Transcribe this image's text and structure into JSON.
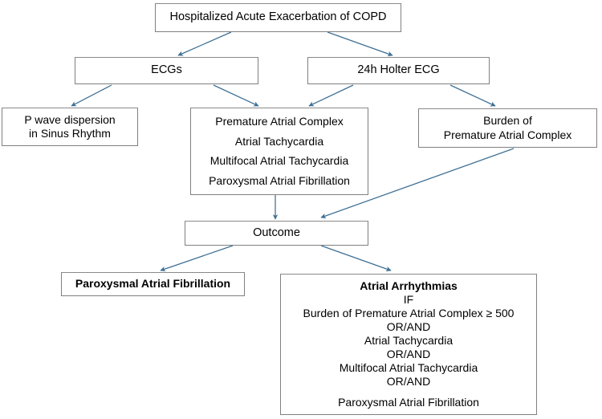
{
  "diagram": {
    "title": "Hospitalized Acute Exacerbation of COPD flowchart",
    "colors": {
      "arrow": "#3d6f94",
      "box_border": "#808080",
      "text": "#000000",
      "background": "#ffffff"
    },
    "nodes": {
      "root": {
        "lines": [
          "Hospitalized Acute Exacerbation of COPD"
        ]
      },
      "ecgs": {
        "lines": [
          "ECGs"
        ]
      },
      "holter": {
        "lines": [
          "24h Holter ECG"
        ]
      },
      "p_wave": {
        "lines": [
          "P wave dispersion",
          "in Sinus Rhythm"
        ]
      },
      "arrhythmia_list": {
        "lines": [
          "Premature Atrial Complex",
          "Atrial Tachycardia",
          "Multifocal Atrial Tachycardia",
          "Paroxysmal Atrial Fibrillation"
        ]
      },
      "burden": {
        "lines": [
          "Burden of",
          "Premature Atrial Complex"
        ]
      },
      "outcome": {
        "lines": [
          "Outcome"
        ]
      },
      "outcome_paf": {
        "lines": [
          "Paroxysmal Atrial Fibrillation"
        ]
      },
      "outcome_arrhythmias": {
        "heading": "Atrial Arrhythmias",
        "lines": [
          "IF",
          "Burden of Premature Atrial Complex ≥ 500",
          "OR/AND",
          "Atrial Tachycardia",
          "OR/AND",
          "Multifocal Atrial Tachycardia",
          "OR/AND"
        ],
        "final_line": "Paroxysmal Atrial Fibrillation"
      }
    },
    "edges": [
      {
        "from": "root",
        "to": "ecgs"
      },
      {
        "from": "root",
        "to": "holter"
      },
      {
        "from": "ecgs",
        "to": "p_wave"
      },
      {
        "from": "ecgs",
        "to": "arrhythmia_list"
      },
      {
        "from": "holter",
        "to": "arrhythmia_list"
      },
      {
        "from": "holter",
        "to": "burden"
      },
      {
        "from": "arrhythmia_list",
        "to": "outcome"
      },
      {
        "from": "burden",
        "to": "outcome"
      },
      {
        "from": "outcome",
        "to": "outcome_paf"
      },
      {
        "from": "outcome",
        "to": "outcome_arrhythmias"
      }
    ]
  }
}
